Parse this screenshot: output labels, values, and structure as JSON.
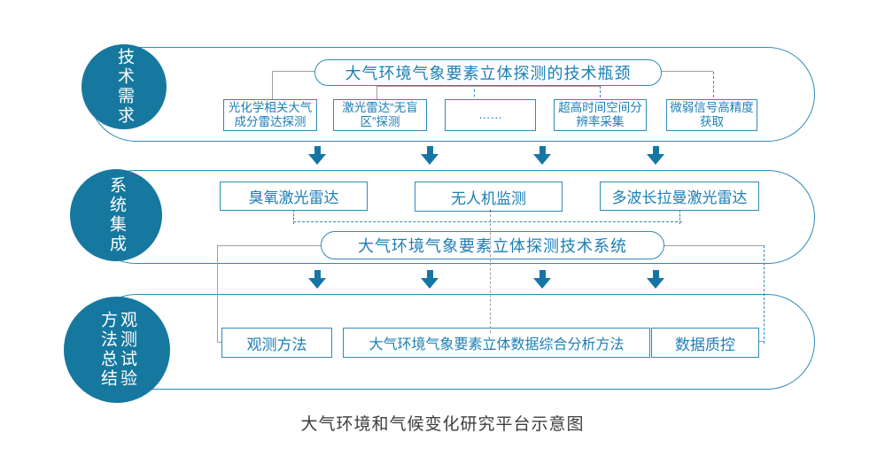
{
  "caption": "大气环境和气候变化研究平台示意图",
  "rows": [
    {
      "circle_label": "技术需求",
      "capsule": "大气环境气象要素立体探测的技术瓶颈",
      "boxes": [
        "光化学相关大气成分雷达探测",
        "激光雷达“无盲区”探测",
        "……",
        "超高时间空间分辨率采集",
        "微弱信号高精度获取"
      ]
    },
    {
      "circle_label": "系统集成",
      "capsule": "大气环境气象要素立体探测技术系统",
      "boxes": [
        "臭氧激光雷达",
        "无人机监测",
        "多波长拉曼激光雷达"
      ]
    },
    {
      "circle_label_columns": [
        "观测试验",
        "方法总结"
      ],
      "boxes": [
        "观测方法",
        "大气环境气象要素立体数据综合分析方法",
        "数据质控"
      ]
    }
  ],
  "colors": {
    "circle_fill": "#16789f",
    "line_blue": "#2e8ab8",
    "text_blue": "#1b7fb5",
    "arrow_blue": "#1576a5",
    "connector_gray": "#9e9e9e",
    "caption_color": "#3d3d3d"
  }
}
